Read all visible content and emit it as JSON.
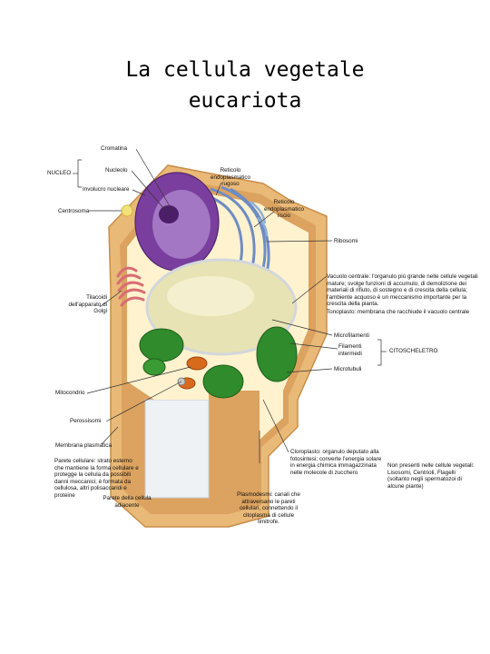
{
  "title": {
    "line1": "La cellula vegetale",
    "line2": "eucariota"
  },
  "labels": {
    "cromatina": "Cromatina",
    "nucleo": "NUCLEO",
    "nucleolo": "Nucleolo",
    "involucro": "Involucro nucleare",
    "centrosoma": "Centrosoma",
    "reticolo_rugoso": "Reticolo endoplasmatico rugoso",
    "reticolo_liscio": "Reticolo endoplasmatico liscio",
    "ribosomi": "Ribosomi",
    "golgi": "Tilacoidi dell'apparato di Golgi",
    "vacuolo": "Vacuolo centrale: l'organulo più grande nelle cellule vegetali mature; svolge funzioni di accumulo, di demolizione dei materiali di rifiuto, di sostegno e di crescita della cellula; l'ambiente acquoso è un meccanismo importante per la crescita della pianta.",
    "tonoplasto": "Tonoplasto: membrana che racchiude il vacuolo centrale",
    "microfilamenti": "Microfilamenti",
    "filamenti": "Filamenti intermedi",
    "citoscheletro": "CITOSCHELETRO",
    "microtubuli": "Microtubuli",
    "mitocondrio": "Mitocondrio",
    "perossisomi": "Perossisomi",
    "membrana": "Membrana plasmatica",
    "parete": "Parete cellulare: strato esterno che mantiene la forma cellulare e protegge la cellula da possibili danni meccanici; è formata da cellulosa, altri polisaccaridi e proteine",
    "parete_adiacente": "Parete della cellula adiacente",
    "cloroplasto": "Cloroplasto: organulo deputato alla fotosintesi; converte l'energia solare in energia chimica immagazzinata nelle molecole di zucchero",
    "plasmodesmi": "Plasmodesmi: canali che attraversano le pareti cellulari, connettendo il citoplasma di cellule limitrofe.",
    "note": "Non presenti nelle cellule vegetali: Lisosomi, Centrioli, Flagelli (soltanto negli spermatozoi di alcune piante)"
  },
  "colors": {
    "wall": "#e9b977",
    "wall_dark": "#c98d49",
    "cytoplasm": "#fff2cf",
    "nucleus": "#7a3f9e",
    "nucleus_light": "#a377c4",
    "vacuole": "#e8e3b4",
    "chloroplast": "#2f8b2b",
    "mitochondrion": "#d86a1e",
    "golgi": "#d86d73",
    "er": "#6e8cc4",
    "leader": "#333333"
  }
}
